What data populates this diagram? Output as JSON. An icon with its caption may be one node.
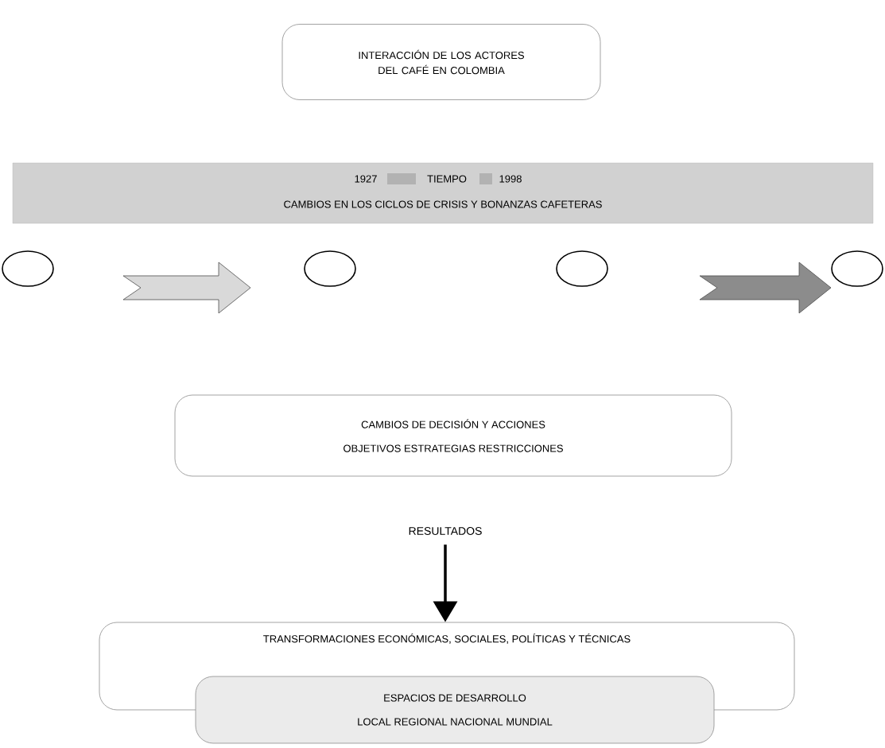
{
  "diagram": {
    "nodes": [
      {
        "text": [
          "INTERACCIÓN DE LOS ACTORES DEL CAFÉ EN COLOMBIA"
        ]
      },
      {
        "text": [
          "1927",
          "TIEMPO",
          "1998",
          "CAMBIOS EN LOS CICLOS DE CRISIS Y BONANZAS CAFETERAS"
        ]
      },
      {
        "text": [],
        "shape": "circle"
      },
      {
        "text": [],
        "shape": "circle"
      },
      {
        "text": [],
        "shape": "circle"
      },
      {
        "text": [],
        "shape": "circle"
      },
      {
        "text": [
          "CAMBIOS DE DECISIÓN Y ACCIONES",
          "OBJETIVOS ESTRATEGIAS RESTRICCIONES"
        ]
      },
      {
        "text": [
          "RESULTADOS"
        ]
      },
      {
        "text": [
          "TRANSFORMACIONES ECONÓMICAS, SOCIALES, POLÍTICAS Y TÉCNICAS"
        ]
      },
      {
        "text": [
          "ESPACIOS DE DESARROLLO",
          "LOCAL REGIONAL NACIONAL MUNDIAL"
        ]
      }
    ],
    "edges": [
      {
        "from": 7,
        "to": 8,
        "arrow": "to"
      }
    ]
  }
}
